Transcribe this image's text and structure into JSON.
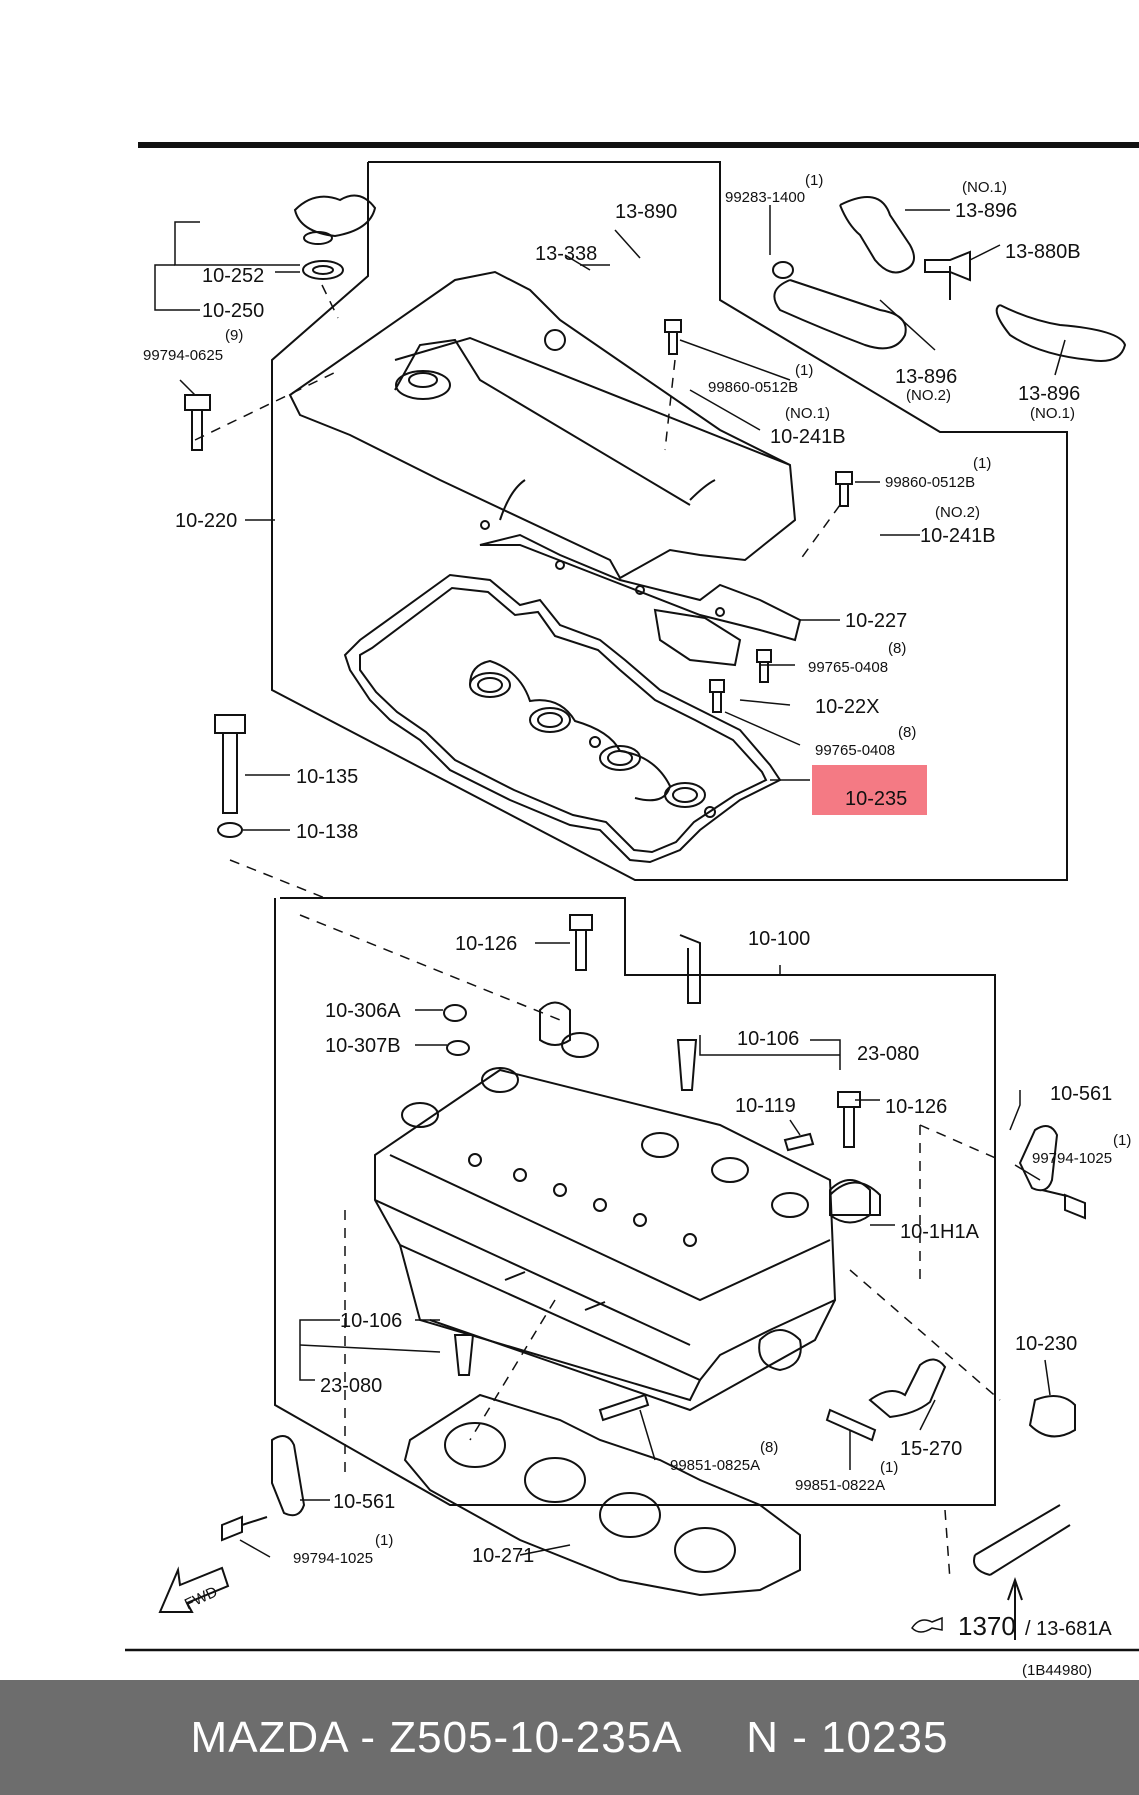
{
  "colors": {
    "highlight": "#f47a84",
    "footer_bg": "#6d6d6d",
    "line": "#111111"
  },
  "labels": {
    "p13_890": "13-890",
    "p13_338": "13-338",
    "p99283": "99283-1400",
    "p99283_qty": "(1)",
    "p13_896_top": "13-896",
    "no1_top": "(NO.1)",
    "p13_880b": "13-880B",
    "p13_896_mid": "13-896",
    "no2_mid": "(NO.2)",
    "p13_896_right": "13-896",
    "no1_right": "(NO.1)",
    "p10_252": "10-252",
    "p10_250": "10-250",
    "p99794_0625": "99794-0625",
    "p99794_0625_qty": "(9)",
    "p99860_a": "99860-0512B",
    "p99860_a_qty": "(1)",
    "no1_241": "(NO.1)",
    "p10_241b_a": "10-241B",
    "p99860_b": "99860-0512B",
    "p99860_b_qty": "(1)",
    "no2_241": "(NO.2)",
    "p10_241b_b": "10-241B",
    "p10_220": "10-220",
    "p10_227": "10-227",
    "p99765_a": "99765-0408",
    "p99765_a_qty": "(8)",
    "p10_22x": "10-22X",
    "p99765_b": "99765-0408",
    "p99765_b_qty": "(8)",
    "p10_135": "10-135",
    "p10_235": "10-235",
    "p10_138": "10-138",
    "p10_126_a": "10-126",
    "p10_100": "10-100",
    "p10_306a": "10-306A",
    "p10_307b": "10-307B",
    "p10_106_a": "10-106",
    "p23_080_a": "23-080",
    "p10_119": "10-119",
    "p10_126_b": "10-126",
    "p10_561_a": "10-561",
    "p99794_1025_a": "99794-1025",
    "p99794_1025_a_qty": "(1)",
    "p10_1h1a": "10-1H1A",
    "p10_106_b": "10-106",
    "p23_080_b": "23-080",
    "p10_230": "10-230",
    "p15_270": "15-270",
    "p99851_0825a": "99851-0825A",
    "p99851_0825a_qty": "(8)",
    "p99851_0822a": "99851-0822A",
    "p99851_0822a_qty": "(1)",
    "p10_561_b": "10-561",
    "p99794_1025_b": "99794-1025",
    "p99794_1025_b_qty": "(1)",
    "p10_271": "10-271",
    "fwd": "FWD",
    "p1370": "1370",
    "p13_681a": "/ 13-681A",
    "ref": "(1B44980)"
  },
  "footer": {
    "text": "MAZDA - Z505-10-235A     N - 10235"
  }
}
